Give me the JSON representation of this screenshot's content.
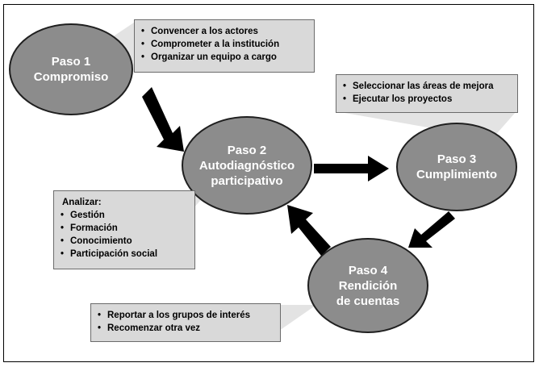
{
  "colors": {
    "ellipse_fill": "#8c8c8c",
    "ellipse_stroke": "#1f1f1f",
    "box_fill": "#d9d9d9",
    "callout_fill": "#e3e3e3",
    "arrow": "#000000"
  },
  "steps": [
    {
      "line1": "Paso 1",
      "line2": "Compromiso",
      "line3": ""
    },
    {
      "line1": "Paso 2",
      "line2": "Autodiagnóstico",
      "line3": "participativo"
    },
    {
      "line1": "Paso 3",
      "line2": "Cumplimiento",
      "line3": ""
    },
    {
      "line1": "Paso 4",
      "line2": "Rendición",
      "line3": "de cuentas"
    }
  ],
  "boxes": {
    "paso1": {
      "items": [
        "Convencer a los actores",
        "Comprometer a la institución",
        "Organizar un equipo a cargo"
      ]
    },
    "paso3": {
      "items": [
        "Seleccionar las áreas de mejora",
        "Ejecutar los proyectos"
      ]
    },
    "paso2": {
      "heading": "Analizar:",
      "items": [
        "Gestión",
        "Formación",
        "Conocimiento",
        "Participación social"
      ]
    },
    "paso4": {
      "items": [
        "Reportar a los grupos de interés",
        "Recomenzar otra vez"
      ]
    }
  }
}
